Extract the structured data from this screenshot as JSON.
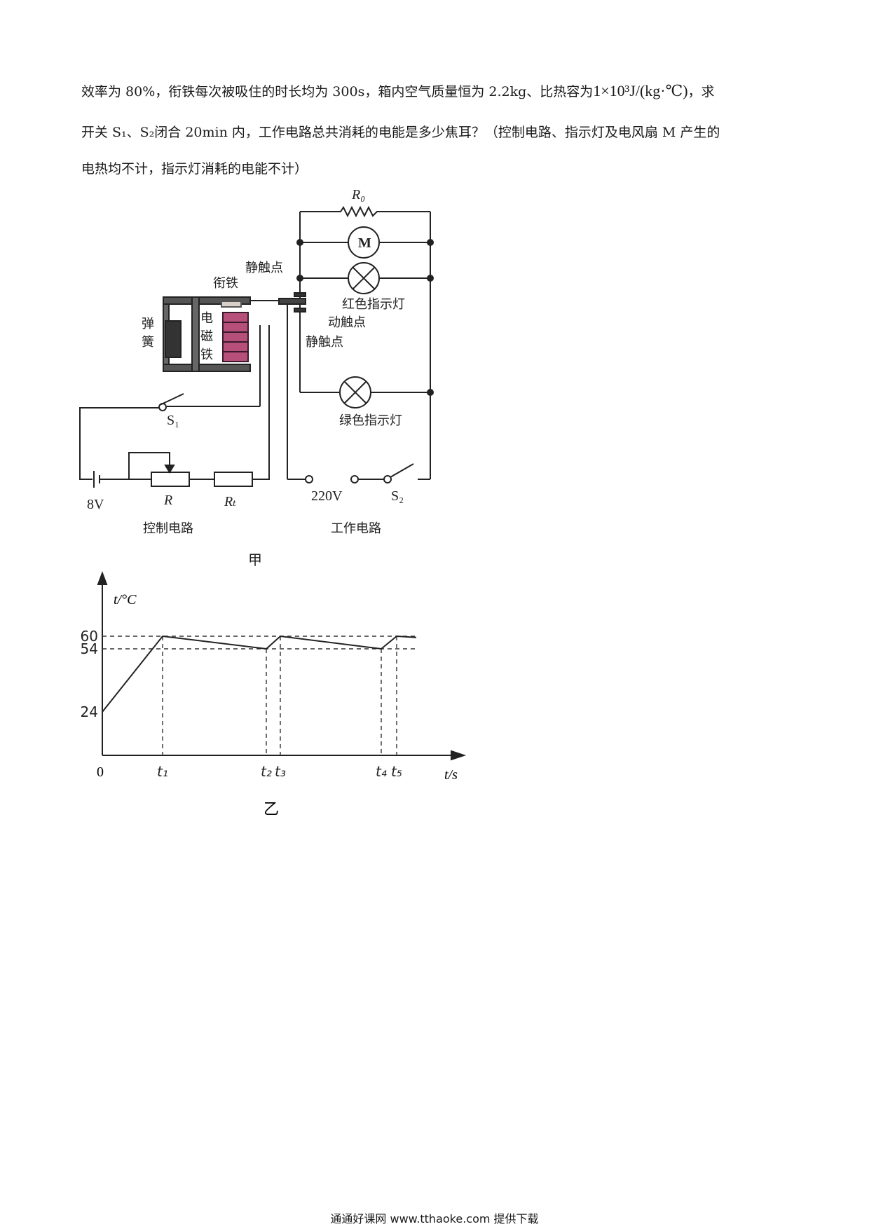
{
  "problem": {
    "line1_a": "效率为 80%，衔铁每次被吸住的时长均为 300s，箱内空气质量恒为 2.2kg、比热容为",
    "formula": "1×10³J/(kg·℃)",
    "line1_b": "，求",
    "line2": "开关 S₁、S₂闭合 20min 内，工作电路总共消耗的电能是多少焦耳？（控制电路、指示灯及电风扇 M 产生的",
    "line3": "电热均不计，指示灯消耗的电能不计）"
  },
  "circuit": {
    "caption": "甲",
    "labels": {
      "r0": "R₀",
      "motor": "M",
      "static_top": "静触点",
      "armature": "衔铁",
      "spring": [
        "弹",
        "簧"
      ],
      "electromagnet": [
        "电",
        "磁",
        "铁"
      ],
      "red_lamp": "红色指示灯",
      "moving_contact": "动触点",
      "static_bottom": "静触点",
      "green_lamp": "绿色指示灯",
      "s1": "S₁",
      "battery": "8V",
      "r": "R",
      "rt": "Rₜ",
      "mains": "220V",
      "s2": "S₂",
      "control": "控制电路",
      "work": "工作电路"
    }
  },
  "chart_data": {
    "type": "line",
    "caption": "乙",
    "ylabel": "t/°C",
    "xlabel": "t/s",
    "origin_label": "0",
    "y_ticks": [
      24,
      54,
      60
    ],
    "x_ticks": [
      "t₁",
      "t₂",
      "t₃",
      "t₄",
      "t₅"
    ],
    "series": [
      {
        "points": [
          [
            "0",
            24
          ],
          [
            "t₁",
            60
          ],
          [
            "t₂",
            54
          ],
          [
            "t₃",
            60
          ],
          [
            "t₄",
            54
          ],
          [
            "t₅",
            60
          ]
        ]
      }
    ]
  },
  "footer": "通通好课网  www.tthaoke.com  提供下载"
}
